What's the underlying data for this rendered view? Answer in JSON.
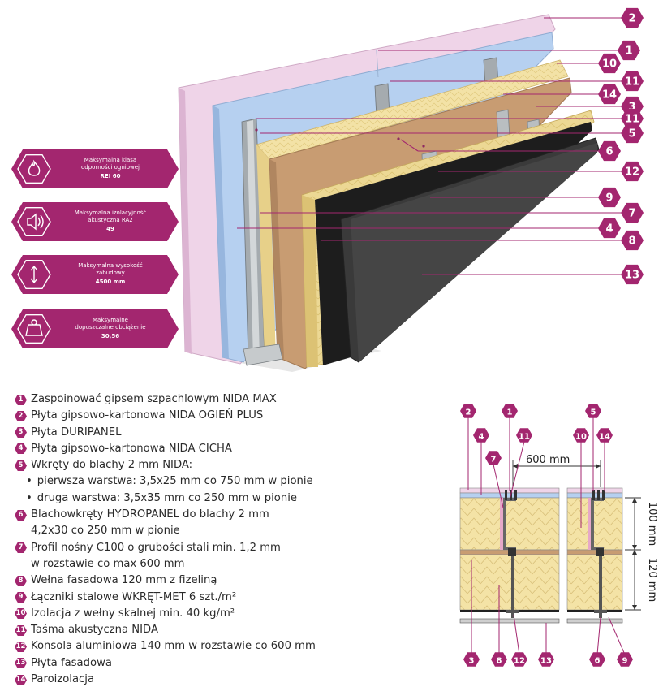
{
  "colors": {
    "brand": "#a3266f",
    "gypsum_pink": "#efd4e8",
    "foil_blue": "#b6d0f0",
    "wool": "#f0dfa0",
    "duripanel": "#c89c72",
    "facade": "#3a3a3a",
    "profile": "#9aa0a4"
  },
  "callouts": [
    "2",
    "1",
    "10",
    "11",
    "14",
    "3",
    "11",
    "5",
    "6",
    "12",
    "9",
    "7",
    "4",
    "8",
    "13"
  ],
  "badges": [
    {
      "icon": "flame-icon",
      "line1": "Maksymalna klasa",
      "line2": "odporności ogniowej",
      "value": "REI 60"
    },
    {
      "icon": "speaker-icon",
      "line1": "Maksymalna izolacyjność",
      "line2": "akustyczna RA2",
      "value": "49"
    },
    {
      "icon": "height-arrow-icon",
      "line1": "Maksymalna wysokość",
      "line2": "zabudowy",
      "value": "4500 mm"
    },
    {
      "icon": "weight-icon",
      "line1": "Maksymalne",
      "line2": "dopuszczalne obciążenie",
      "value": "30,56"
    }
  ],
  "legend": [
    {
      "num": "1",
      "text": "Zaspoinować gipsem szpachlowym NIDA MAX"
    },
    {
      "num": "2",
      "text": "Płyta gipsowo-kartonowa NIDA OGIEŃ PLUS"
    },
    {
      "num": "3",
      "text": "Płyta DURIPANEL"
    },
    {
      "num": "4",
      "text": "Płyta gipsowo-kartonowa NIDA CICHA"
    },
    {
      "num": "5",
      "text": "Wkręty do blachy 2 mm NIDA:",
      "bullets": [
        "pierwsza warstwa: 3,5x25 mm co 750 mm w pionie",
        "druga warstwa: 3,5x35 mm co 250 mm w pionie"
      ]
    },
    {
      "num": "6",
      "text": "Blachowkręty HYDROPANEL do blachy 2 mm\n4,2x30 co 250 mm w pionie"
    },
    {
      "num": "7",
      "text": "Profil nośny C100 o grubości stali min. 1,2 mm\nw rozstawie co max 600 mm"
    },
    {
      "num": "8",
      "text": "Wełna fasadowa 120 mm z fizeliną"
    },
    {
      "num": "9",
      "text": "Łączniki stalowe WKRĘT-MET 6 szt./m²"
    },
    {
      "num": "10",
      "text": "Izolacja z wełny skalnej min. 40 kg/m²"
    },
    {
      "num": "11",
      "text": "Taśma akustyczna NIDA"
    },
    {
      "num": "12",
      "text": "Konsola aluminiowa 140 mm w rozstawie co 600 mm"
    },
    {
      "num": "13",
      "text": "Płyta fasadowa"
    },
    {
      "num": "14",
      "text": "Paroizolacja"
    }
  ],
  "section": {
    "top_labels": [
      "2",
      "4",
      "7",
      "1",
      "11",
      "10",
      "5",
      "14"
    ],
    "bottom_labels": [
      "3",
      "8",
      "12",
      "13",
      "6",
      "9"
    ],
    "dim_spacing": "600 mm",
    "dim_100": "100 mm",
    "dim_120": "120 mm"
  }
}
